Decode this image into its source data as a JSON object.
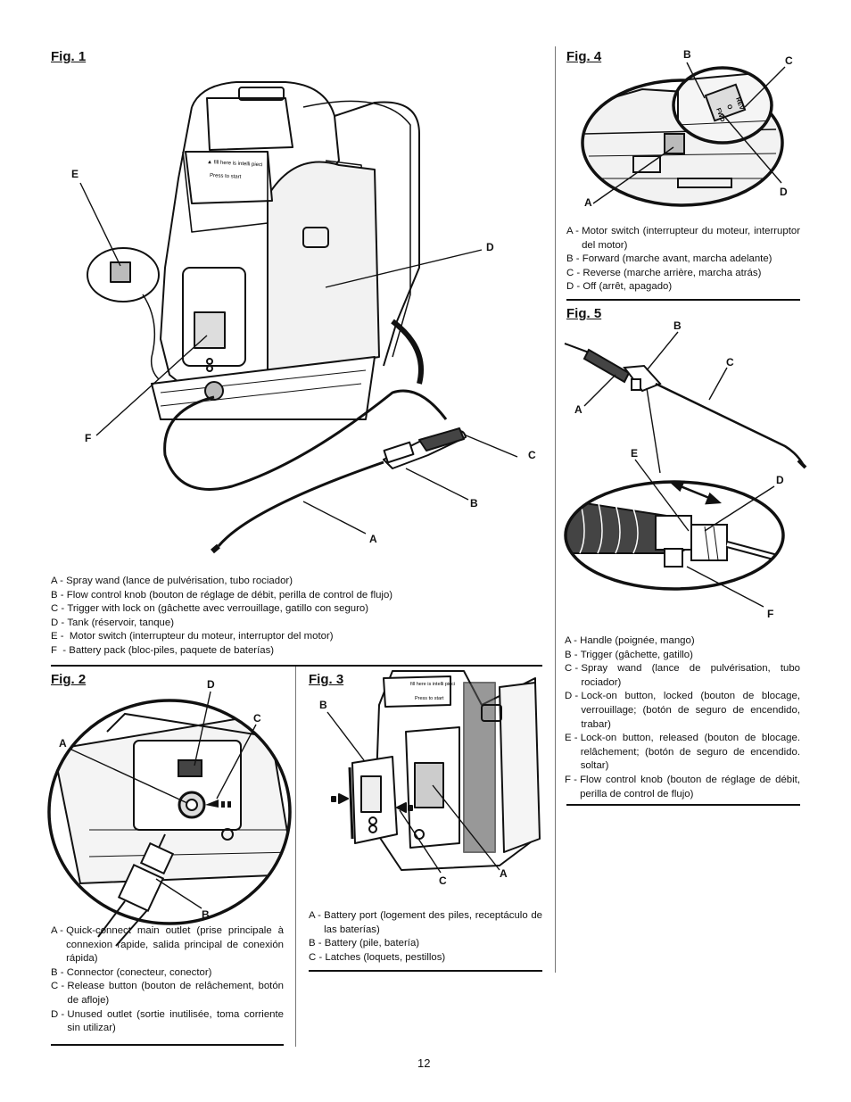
{
  "fig1": {
    "title": "Fig. 1",
    "device_text_1": "▲ fill here is intelli pieci",
    "device_text_2": "Press to start",
    "callouts": {
      "A": "A",
      "B": "B",
      "C": "C",
      "D": "D",
      "E": "E",
      "F": "F"
    },
    "legend": [
      {
        "key": "A - ",
        "text": "Spray wand (lance de pulvérisation, tubo rociador)"
      },
      {
        "key": "B - ",
        "text": "Flow control knob (bouton de réglage de débit, perilla de control de flujo)"
      },
      {
        "key": "C - ",
        "text": "Trigger with lock on (gâchette avec verrouillage, gatillo con seguro)"
      },
      {
        "key": "D - ",
        "text": "Tank (réservoir, tanque)"
      },
      {
        "key": "E -  ",
        "text": "Motor switch (interrupteur du moteur, interruptor del motor)"
      },
      {
        "key": "F  - ",
        "text": "Battery pack (bloc-piles, paquete de baterías)"
      }
    ]
  },
  "fig2": {
    "title": "Fig. 2",
    "callouts": {
      "A": "A",
      "B": "B",
      "C": "C",
      "D": "D"
    },
    "legend": [
      {
        "key": "A - ",
        "text": "Quick-connect main outlet (prise principale à connexion rapide, salida principal de conexión rápida)"
      },
      {
        "key": "B - ",
        "text": "Connector (conecteur, conector)"
      },
      {
        "key": "C - ",
        "text": "Release button (bouton de relâchement, botón de afloje)"
      },
      {
        "key": "D - ",
        "text": "Unused outlet (sortie inutilisée, toma corriente sin utilizar)"
      }
    ]
  },
  "fig3": {
    "title": "Fig. 3",
    "device_text_1": "fill here is intelli pieci",
    "device_text_2": "Press to start",
    "callouts": {
      "A": "A",
      "B": "B",
      "C": "C"
    },
    "legend": [
      {
        "key": "A - ",
        "text": "Battery port (logement des piles, receptáculo de las baterías)"
      },
      {
        "key": "B - ",
        "text": "Battery (pile, batería)"
      },
      {
        "key": "C - ",
        "text": "Latches (loquets, pestillos)"
      }
    ]
  },
  "fig4": {
    "title": "Fig. 4",
    "switch_labels": [
      "FWD",
      "O",
      "REV"
    ],
    "callouts": {
      "A": "A",
      "B": "B",
      "C": "C",
      "D": "D"
    },
    "legend": [
      {
        "key": "A - ",
        "text": "Motor switch (interrupteur du moteur, interruptor del motor)"
      },
      {
        "key": "B - ",
        "text": "Forward (marche avant, marcha adelante)"
      },
      {
        "key": "C - ",
        "text": "Reverse (marche arrière, marcha atrás)"
      },
      {
        "key": "D - ",
        "text": "Off (arrêt, apagado)"
      }
    ]
  },
  "fig5": {
    "title": "Fig. 5",
    "callouts": {
      "A": "A",
      "B": "B",
      "C": "C",
      "D": "D",
      "E": "E",
      "F": "F"
    },
    "legend": [
      {
        "key": "A - ",
        "text": "Handle (poignée, mango)"
      },
      {
        "key": "B - ",
        "text": "Trigger (gâchette, gatillo)"
      },
      {
        "key": "C - ",
        "text": "Spray wand (lance de pulvérisation, tubo rociador)"
      },
      {
        "key": "D - ",
        "text": "Lock-on button, locked (bouton de blocage, verrouillage; (botón de seguro de encendido, trabar)"
      },
      {
        "key": "E - ",
        "text": "Lock-on button, released (bouton de blocage. relâchement; (botón de seguro de encendido. soltar)"
      },
      {
        "key": "F - ",
        "text": "Flow control knob (bouton de réglage de débit, perilla de control de flujo)"
      }
    ]
  },
  "page_number": "12"
}
